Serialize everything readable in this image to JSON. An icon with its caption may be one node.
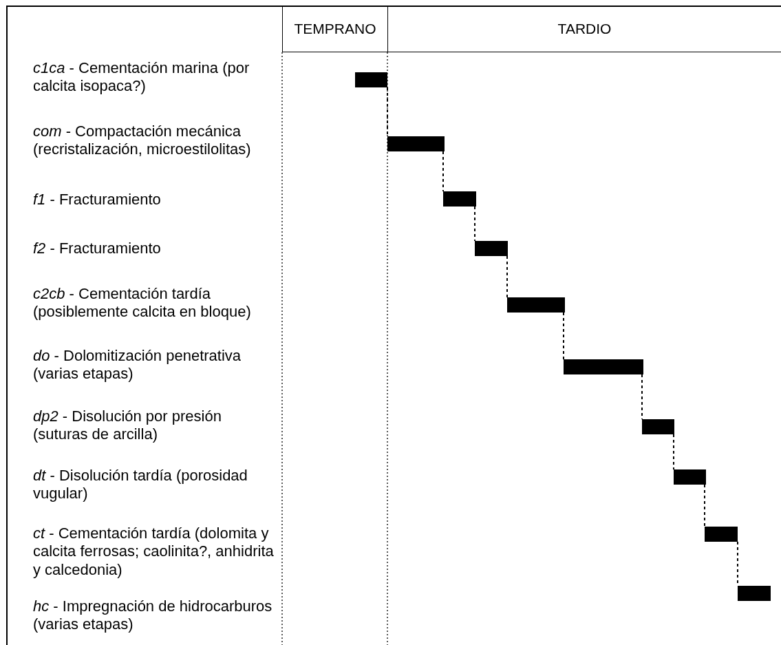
{
  "diagram": {
    "nodes": [
      {
        "text": [
          "TEMPRANO"
        ]
      },
      {
        "text": [
          "TARDIO"
        ]
      },
      {
        "text": [],
        "shape": "bar"
      },
      {
        "text": [],
        "shape": "bar"
      },
      {
        "text": [],
        "shape": "bar"
      },
      {
        "text": [],
        "shape": "bar"
      },
      {
        "text": [],
        "shape": "bar"
      },
      {
        "text": [],
        "shape": "bar"
      },
      {
        "text": [],
        "shape": "bar"
      },
      {
        "text": [],
        "shape": "bar"
      },
      {
        "text": [],
        "shape": "bar"
      },
      {
        "text": [],
        "shape": "bar"
      }
    ],
    "edges": [
      {
        "from": 2,
        "to": 3,
        "arrow": "none",
        "style": "dashed"
      },
      {
        "from": 3,
        "to": 4,
        "arrow": "none",
        "style": "dashed"
      },
      {
        "from": 4,
        "to": 5,
        "arrow": "none",
        "style": "dashed"
      },
      {
        "from": 5,
        "to": 6,
        "arrow": "none",
        "style": "dashed"
      },
      {
        "from": 6,
        "to": 7,
        "arrow": "none",
        "style": "dashed"
      },
      {
        "from": 7,
        "to": 8,
        "arrow": "none",
        "style": "dashed"
      },
      {
        "from": 8,
        "to": 9,
        "arrow": "none",
        "style": "dashed"
      },
      {
        "from": 9,
        "to": 10,
        "arrow": "none",
        "style": "dashed"
      },
      {
        "from": 10,
        "to": 11,
        "arrow": "none",
        "style": "dashed"
      }
    ],
    "labels": [
      "*c1ca* - Cementación marina (por calcita isopaca?)",
      "*com* - Compactación mecánica (recristalización, microestilolitas)",
      "*f1* - Fracturamiento",
      "*f2* - Fracturamiento",
      "*c2cb* - Cementación tardía (posiblemente calcita en bloque)",
      "*do* - Dolomitización penetrativa (varias etapas)",
      "*dp2* - Disolución por presión (suturas de arcilla)",
      "*dt* - Disolución tardía (porosidad vugular)",
      "*ct* - Cementación tardía (dolomita y calcita ferrosas; caolinita?, anhidrita y calcedonia)",
      "*hc* - Impregnación de hidrocarburos (varias etapas)"
    ]
  }
}
